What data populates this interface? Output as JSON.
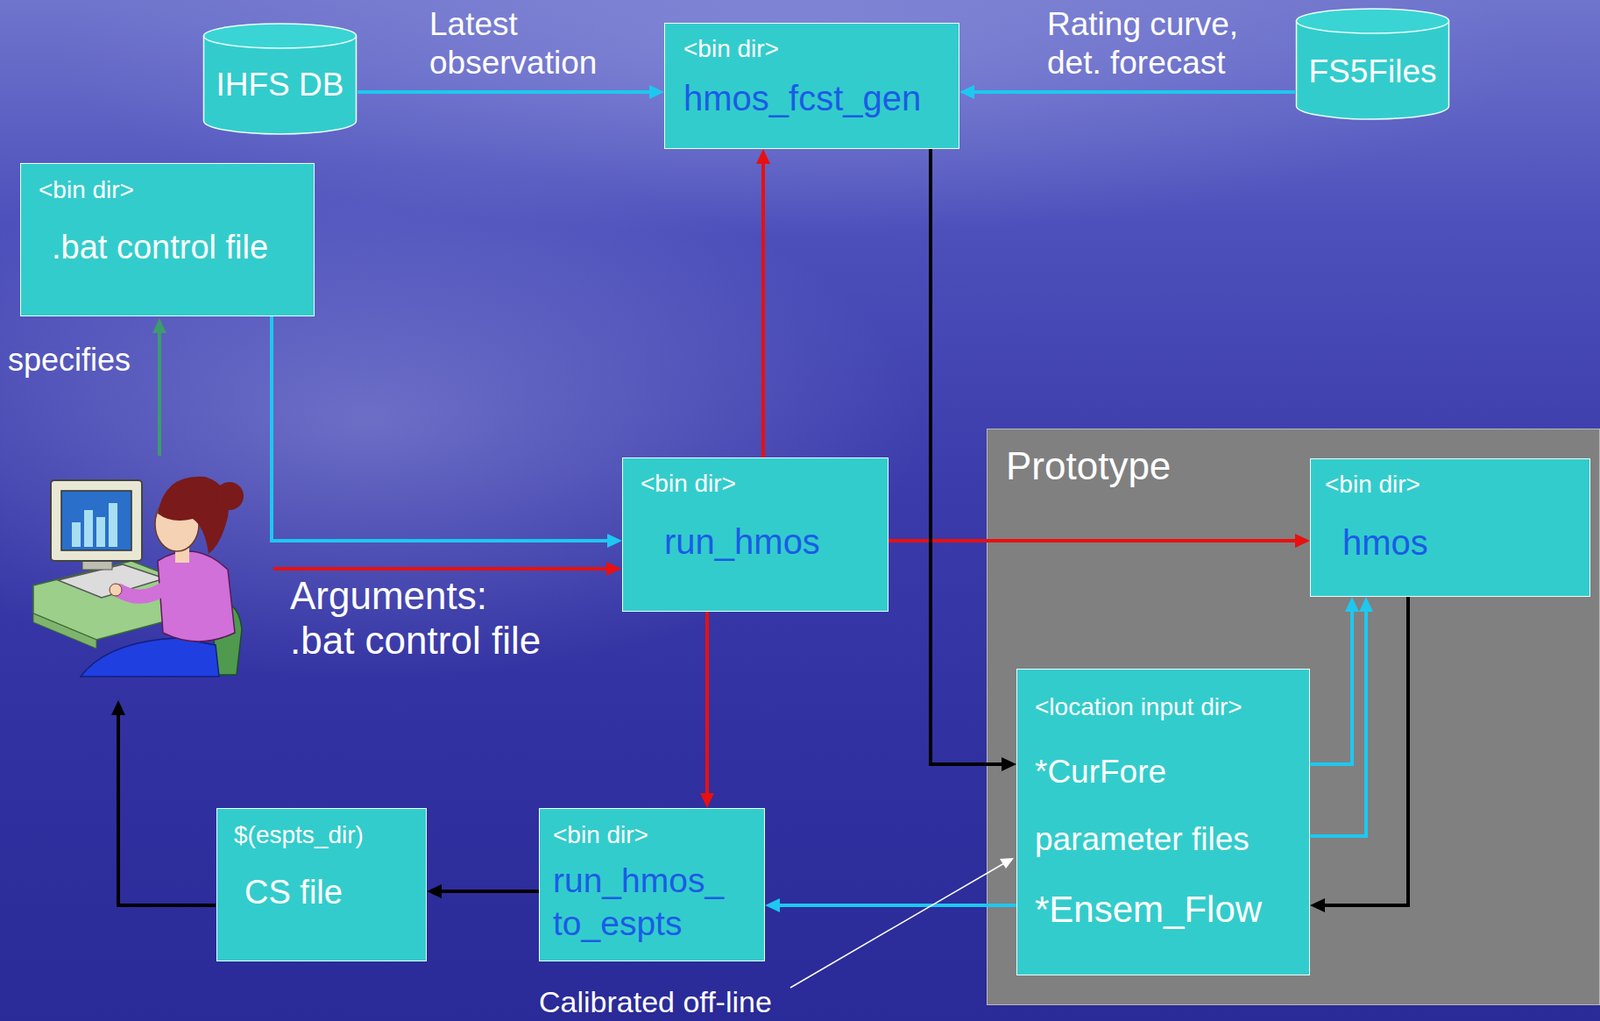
{
  "diagram": {
    "nodes": [
      {
        "text": [
          "IHFS DB"
        ]
      },
      {
        "text": [
          "<bin dir>",
          "hmos_fcst_gen"
        ]
      },
      {
        "text": [
          "FS5Files"
        ]
      },
      {
        "text": [
          "<bin dir>",
          ".bat control file"
        ]
      },
      {
        "text": [
          "<bin dir>",
          "run_hmos"
        ]
      },
      {
        "text": [
          "Prototype"
        ]
      },
      {
        "text": [
          "<bin dir>",
          "hmos"
        ],
        "in": 5
      },
      {
        "text": [
          "<location input dir>",
          "*CurFore",
          "parameter files",
          "*Ensem_Flow"
        ],
        "in": 5
      },
      {
        "text": [
          "$(espts_dir)",
          "CS file"
        ]
      },
      {
        "text": [
          "<bin dir>",
          "run_hmos_ to_espts"
        ]
      }
    ],
    "edges": [
      {
        "from": 0,
        "to": 1,
        "arrow": "to",
        "label": "Latest observation"
      },
      {
        "from": 2,
        "to": 1,
        "arrow": "to",
        "label": "Rating curve, det. forecast"
      },
      {
        "from": 4,
        "to": 1,
        "arrow": "to"
      },
      {
        "from": 3,
        "to": 4,
        "arrow": "to"
      },
      {
        "from": 4,
        "to": 6,
        "arrow": "to"
      },
      {
        "from": 4,
        "to": 9,
        "arrow": "to"
      },
      {
        "from": 1,
        "to": 7,
        "arrow": "to"
      },
      {
        "from": 7,
        "to": 6,
        "arrow": "to"
      },
      {
        "from": 7,
        "to": 6,
        "arrow": "to"
      },
      {
        "from": 6,
        "to": 7,
        "arrow": "to"
      },
      {
        "from": 7,
        "to": 9,
        "arrow": "to"
      },
      {
        "from": 9,
        "to": 8,
        "arrow": "to"
      }
    ],
    "labels": [
      "specifies",
      "Arguments: .bat control file",
      "Calibrated off-line"
    ]
  }
}
